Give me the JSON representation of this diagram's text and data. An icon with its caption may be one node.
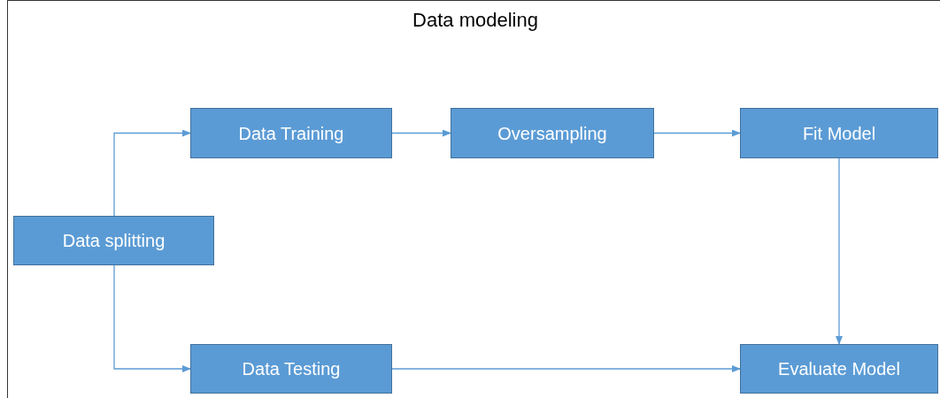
{
  "diagram": {
    "title": "Data modeling",
    "nodes": [
      {
        "text": [
          "Data Training"
        ]
      },
      {
        "text": [
          "Oversampling"
        ]
      },
      {
        "text": [
          "Fit Model"
        ]
      },
      {
        "text": [
          "Data splitting"
        ]
      },
      {
        "text": [
          "Data Testing"
        ]
      },
      {
        "text": [
          "Evaluate Model"
        ]
      }
    ],
    "edges": [
      {
        "from": 3,
        "to": 0,
        "arrow": "to"
      },
      {
        "from": 0,
        "to": 1,
        "arrow": "to"
      },
      {
        "from": 1,
        "to": 2,
        "arrow": "to"
      },
      {
        "from": 3,
        "to": 4,
        "arrow": "to"
      },
      {
        "from": 2,
        "to": 5,
        "arrow": "to"
      },
      {
        "from": 4,
        "to": 5,
        "arrow": "to"
      }
    ]
  }
}
